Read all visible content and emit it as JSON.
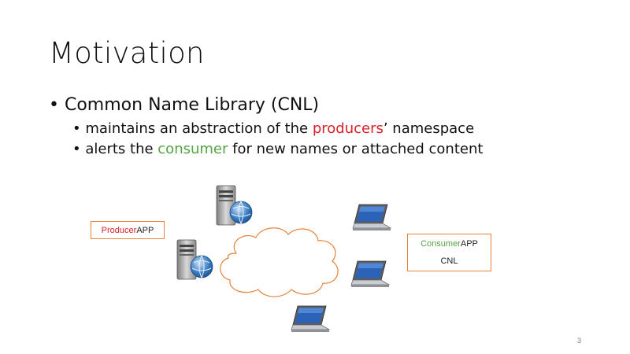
{
  "slide": {
    "title": "Motivation",
    "bullet": "Common Name Library (CNL)",
    "sub1": {
      "pre": "maintains an abstraction of the ",
      "highlight": "producers",
      "post": "’ namespace"
    },
    "sub2": {
      "pre": "alerts the ",
      "highlight": "consumer",
      "post": " for new names or attached content"
    },
    "page_number": "3"
  },
  "diagram": {
    "producer": {
      "highlight": "Producer",
      "rest": " APP"
    },
    "consumer": {
      "highlight": "Consumer",
      "rest": " APP"
    },
    "cnl_label": "CNL",
    "icons": [
      "server-globe-icon",
      "server-globe-icon",
      "laptop-icon",
      "laptop-icon",
      "laptop-icon",
      "cloud-icon"
    ]
  },
  "colors": {
    "producer_red": "#d8202a",
    "consumer_green": "#54a443",
    "outline_orange": "#e8823a"
  }
}
